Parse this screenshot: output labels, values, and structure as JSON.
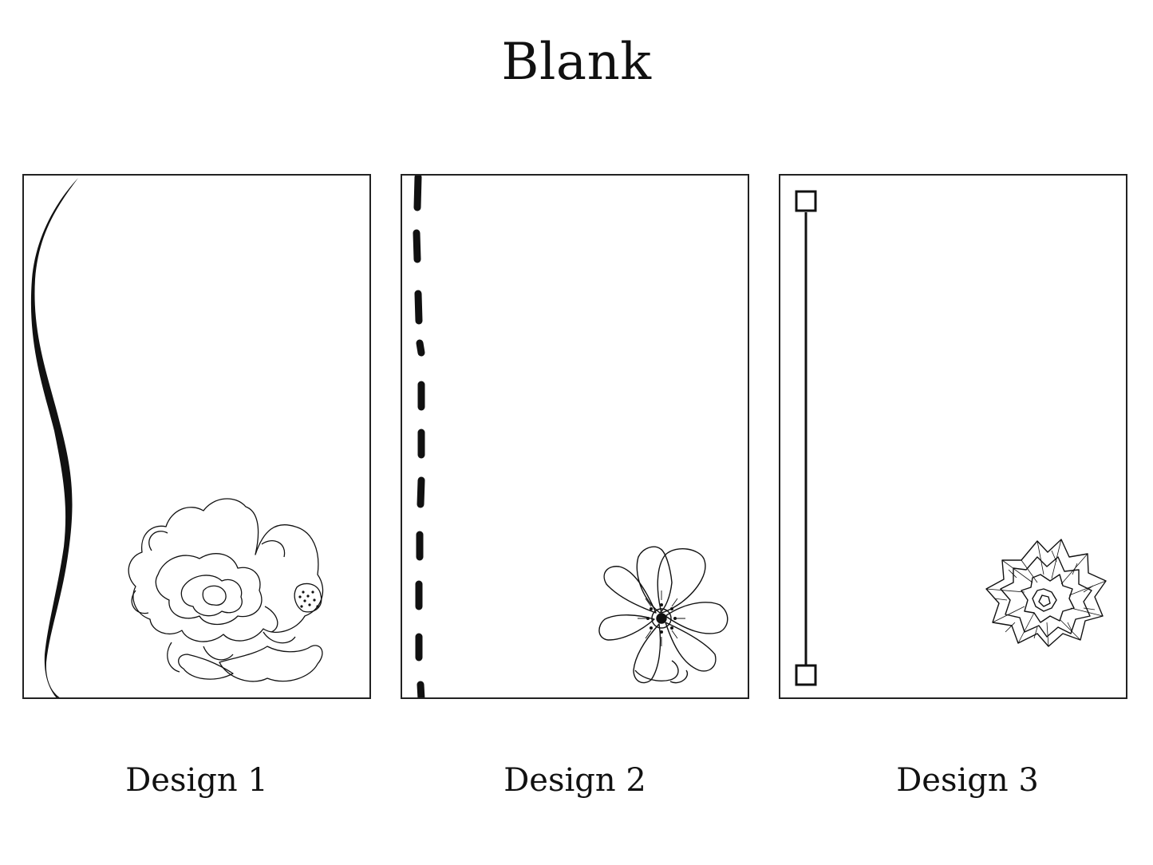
{
  "title": "Blank",
  "designs": [
    {
      "label": "Design 1",
      "border_style": "brush-stroke",
      "flower": "peony"
    },
    {
      "label": "Design 2",
      "border_style": "dashed-line",
      "flower": "cosmos"
    },
    {
      "label": "Design 3",
      "border_style": "line-with-square-ends",
      "flower": "succulent"
    }
  ],
  "colors": {
    "ink": "#111111",
    "background": "#ffffff",
    "frame": "#222222"
  }
}
